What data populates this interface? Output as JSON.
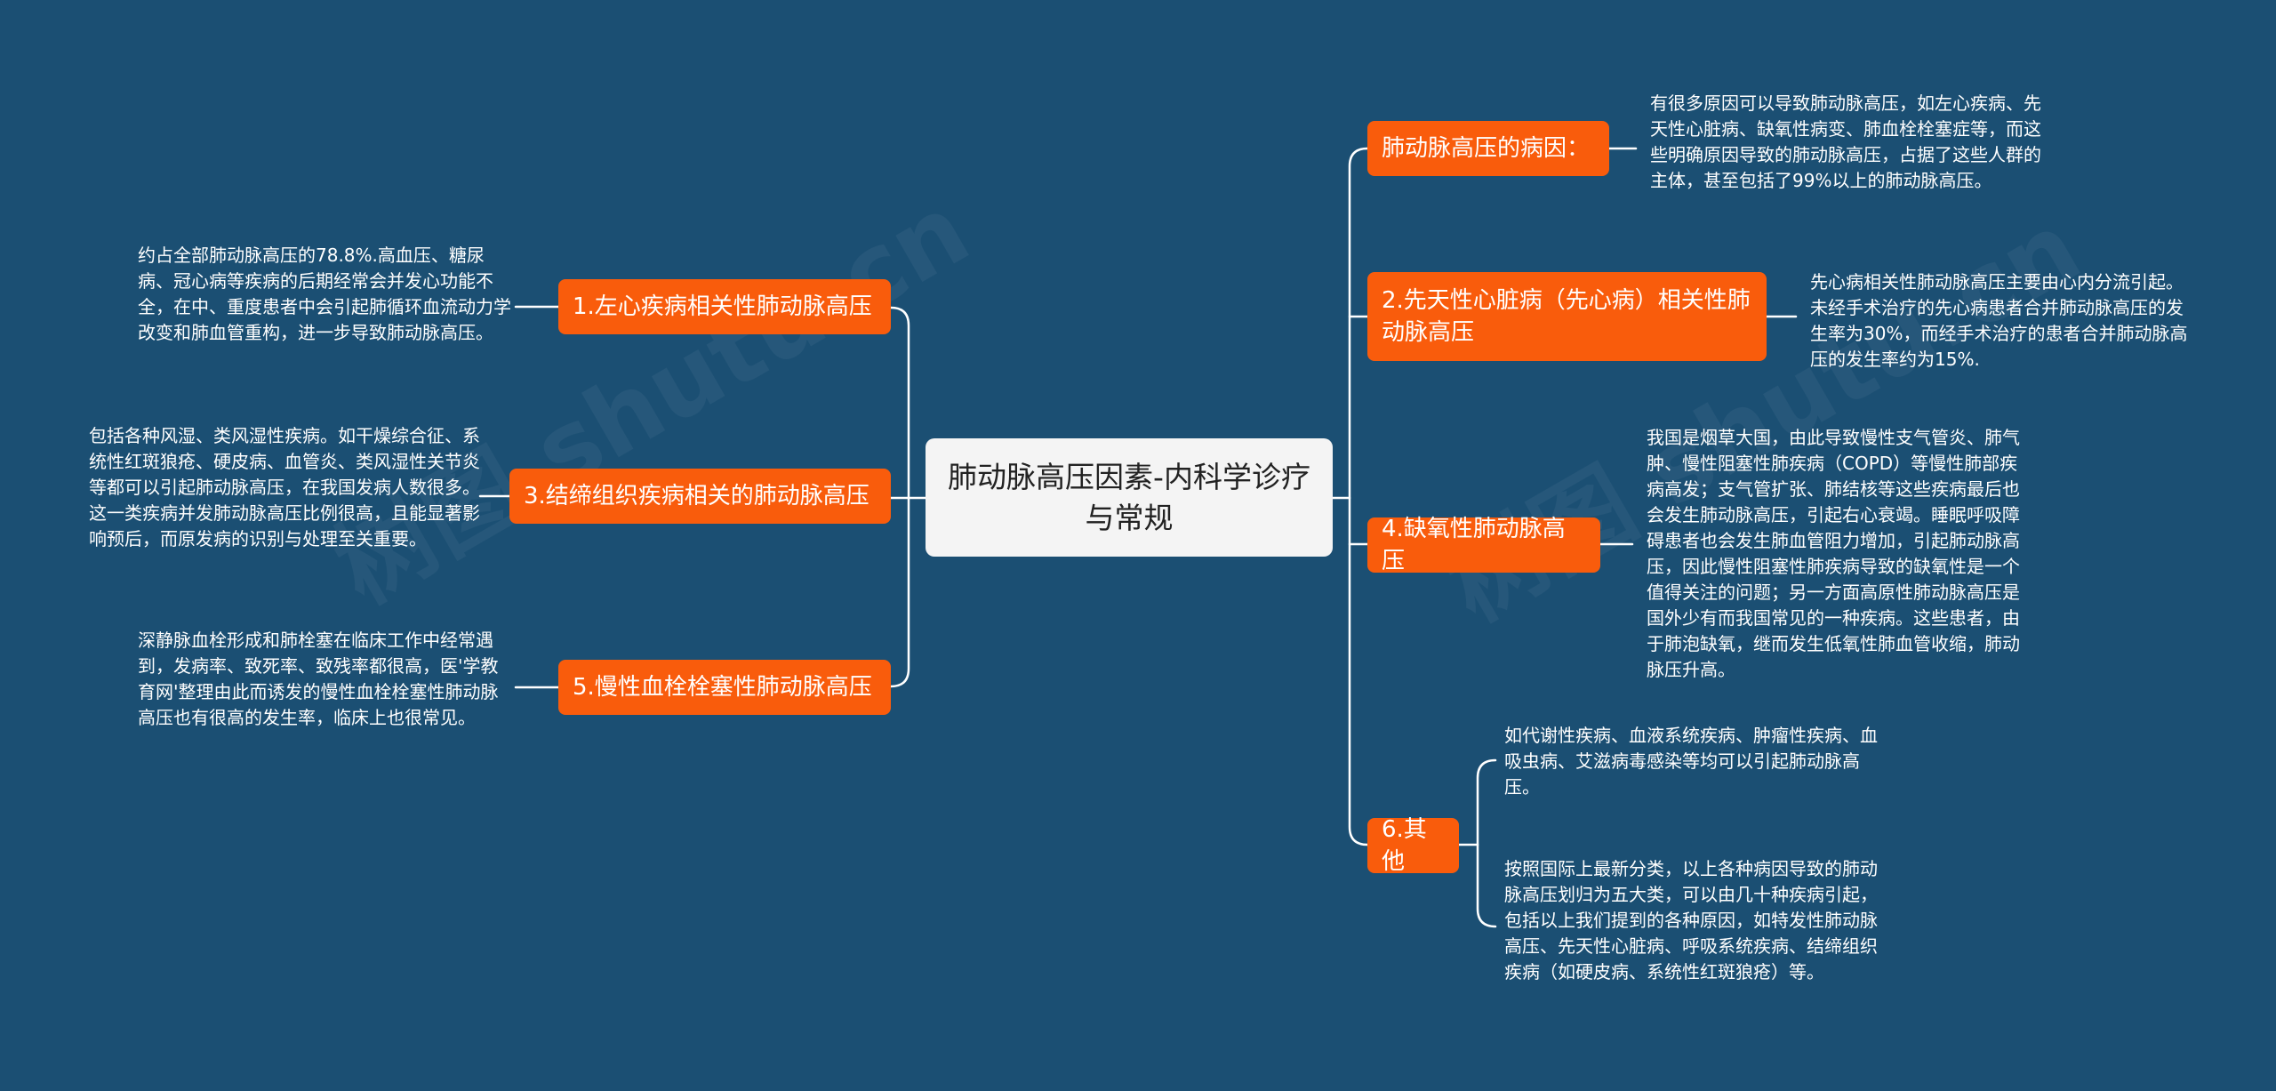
{
  "center": {
    "title": "肺动脉高压因素-内科学诊疗与常规"
  },
  "topics": {
    "t1": "1.左心疾病相关性肺动脉高压",
    "t3": "3.结缔组织疾病相关的肺动脉高压",
    "t5": "5.慢性血栓栓塞性肺动脉高压",
    "cause": "肺动脉高压的病因：",
    "t2": "2.先天性心脏病（先心病）相关性肺动脉高压",
    "t4": "4.缺氧性肺动脉高压",
    "t6": "6.其他"
  },
  "notes": {
    "n1": "约占全部肺动脉高压的78.8%.高血压、糖尿病、冠心病等疾病的后期经常会并发心功能不全，在中、重度患者中会引起肺循环血流动力学改变和肺血管重构，进一步导致肺动脉高压。",
    "n3": "包括各种风湿、类风湿性疾病。如干燥综合征、系统性红斑狼疮、硬皮病、血管炎、类风湿性关节炎等都可以引起肺动脉高压，在我国发病人数很多。这一类疾病并发肺动脉高压比例很高，且能显著影响预后，而原发病的识别与处理至关重要。",
    "n5": "深静脉血栓形成和肺栓塞在临床工作中经常遇到，发病率、致死率、致残率都很高，医'学教育网'整理由此而诱发的慢性血栓栓塞性肺动脉高压也有很高的发生率，临床上也很常见。",
    "cause": "有很多原因可以导致肺动脉高压，如左心疾病、先天性心脏病、缺氧性病变、肺血栓栓塞症等，而这些明确原因导致的肺动脉高压，占据了这些人群的主体，甚至包括了99%以上的肺动脉高压。",
    "n2": "先心病相关性肺动脉高压主要由心内分流引起。未经手术治疗的先心病患者合并肺动脉高压的发生率为30%，而经手术治疗的患者合并肺动脉高压的发生率约为15%.",
    "n4": "我国是烟草大国，由此导致慢性支气管炎、肺气肿、慢性阻塞性肺疾病（COPD）等慢性肺部疾病高发；支气管扩张、肺结核等这些疾病最后也会发生肺动脉高压，引起右心衰竭。睡眠呼吸障碍患者也会发生肺血管阻力增加，引起肺动脉高压，因此慢性阻塞性肺疾病导致的缺氧性是一个值得关注的问题；另一方面高原性肺动脉高压是国外少有而我国常见的一种疾病。这些患者，由于肺泡缺氧，继而发生低氧性肺血管收缩，肺动脉压升高。",
    "n6a": "如代谢性疾病、血液系统疾病、肿瘤性疾病、血吸虫病、艾滋病毒感染等均可以引起肺动脉高压。",
    "n6b": "按照国际上最新分类，以上各种病因导致的肺动脉高压划归为五大类，可以由几十种疾病引起，包括以上我们提到的各种原因，如特发性肺动脉高压、先天性心脏病、呼吸系统疾病、结缔组织疾病（如硬皮病、系统性红斑狼疮）等。"
  },
  "watermark": "树图 shutu.cn",
  "colors": {
    "background": "#1b4f73",
    "topic": "#f95c0c",
    "center": "#f4f4f4",
    "line": "#ffffff"
  }
}
